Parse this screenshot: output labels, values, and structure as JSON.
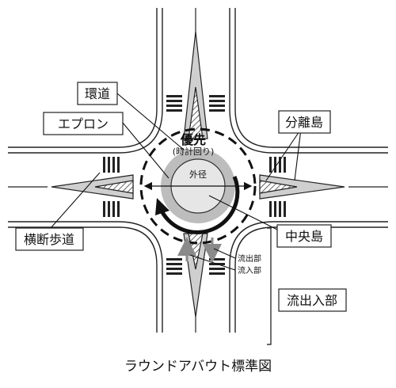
{
  "labels": {
    "circulatory_road": "環道",
    "apron": "エプロン",
    "priority": "優先",
    "clockwise": "(時計回り)",
    "outer_diameter": "外径",
    "splitter_island": "分離島",
    "crosswalk": "横断歩道",
    "central_island": "中央島",
    "exit_lane": "流出部",
    "entry_lane": "流入部",
    "entry_exit_section": "流出入部"
  },
  "caption": "ラウンドアバウト標準図"
}
